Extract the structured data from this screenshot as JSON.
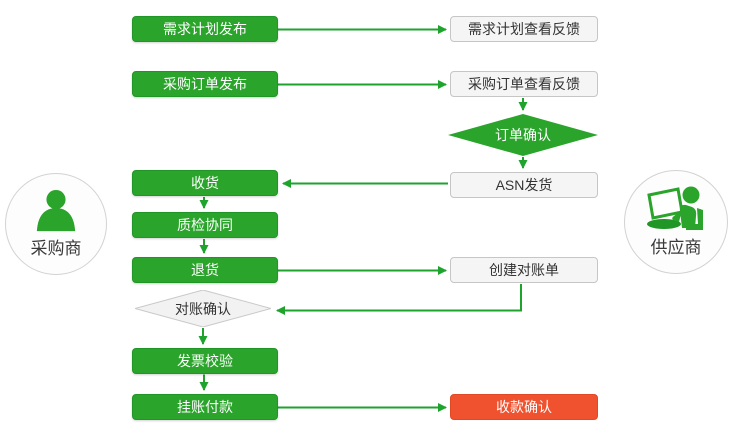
{
  "actors": {
    "buyer": {
      "label": "采购商",
      "icon": "person-icon"
    },
    "supplier": {
      "label": "供应商",
      "icon": "person-laptop-icon"
    }
  },
  "nodes": {
    "demand_publish": "需求计划发布",
    "demand_feedback": "需求计划查看反馈",
    "po_publish": "采购订单发布",
    "po_feedback": "采购订单查看反馈",
    "order_confirm": "订单确认",
    "receive_goods": "收货",
    "asn_ship": "ASN发货",
    "quality_check": "质检协同",
    "return_goods": "退货",
    "create_statement": "创建对账单",
    "statement_confirm": "对账确认",
    "invoice_verify": "发票校验",
    "payment": "挂账付款",
    "receipt_confirm": "收款确认"
  },
  "colors": {
    "node_green": "#2aa42b",
    "node_red": "#f0512e",
    "arrow_green": "#1ea32d",
    "neutral_fill": "#f5f5f5",
    "neutral_border": "#c6c6c6"
  }
}
